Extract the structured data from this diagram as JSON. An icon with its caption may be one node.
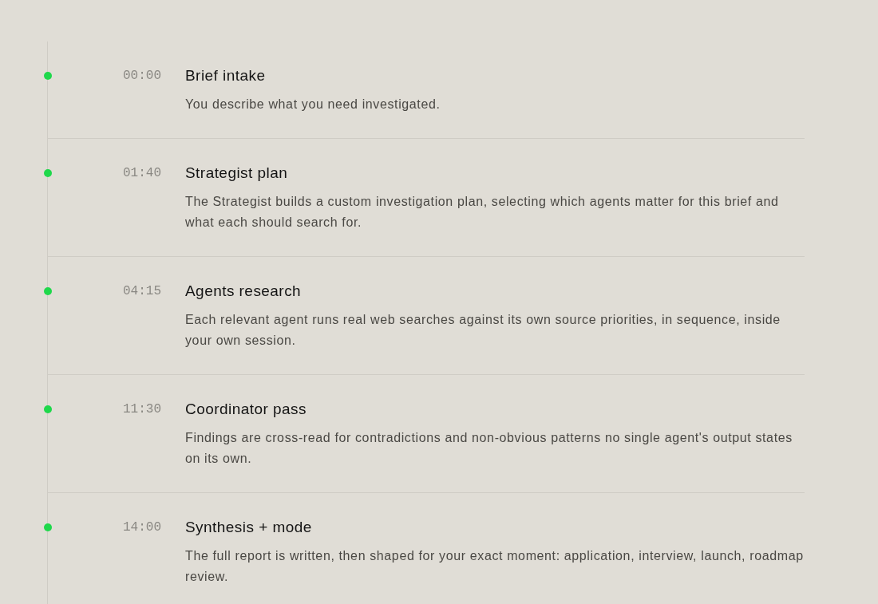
{
  "diagram": {
    "nodes": [
      {
        "text": [
          "Brief intake",
          "You describe what you need investigated."
        ],
        "beside": [
          "00:00"
        ]
      },
      {
        "text": [
          "Strategist plan",
          "The Strategist builds a custom investigation plan, selecting which agents matter for this brief and what each should search for."
        ],
        "beside": [
          "01:40"
        ]
      },
      {
        "text": [
          "Agents research",
          "Each relevant agent runs real web searches against its own source priorities, in sequence, inside your own session."
        ],
        "beside": [
          "04:15"
        ]
      },
      {
        "text": [
          "Coordinator pass",
          "Findings are cross-read for contradictions and non-obvious patterns no single agent's output states on its own."
        ],
        "beside": [
          "11:30"
        ]
      },
      {
        "text": [
          "Synthesis + mode",
          "The full report is written, then shaped for your exact moment: application, interview, launch, roadmap review."
        ],
        "beside": [
          "14:00"
        ]
      }
    ]
  }
}
